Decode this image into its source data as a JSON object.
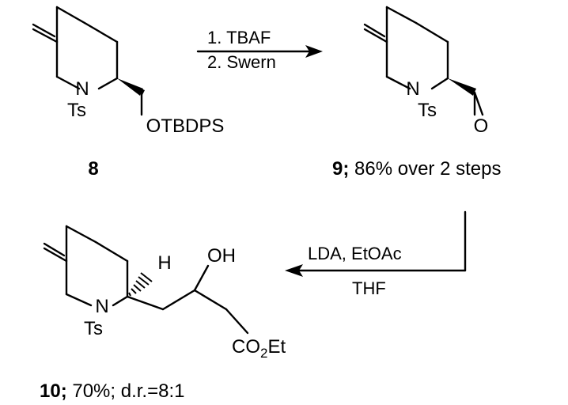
{
  "compound_8": {
    "label": "8",
    "n_atom": "N",
    "ts_group": "Ts",
    "protecting_group": "OTBDPS"
  },
  "compound_9": {
    "label": "9;",
    "yield_text": " 86% over 2 steps",
    "n_atom": "N",
    "ts_group": "Ts",
    "o_atom": "O"
  },
  "compound_10": {
    "label": "10;",
    "yield_text": " 70%; d.r.=8:1",
    "n_atom": "N",
    "ts_group": "Ts",
    "h_atom": "H",
    "hydroxyl": "OH",
    "ester_co": "CO",
    "ester_sub": "2",
    "ester_et": "Et"
  },
  "step1": {
    "conditions": [
      "1. TBAF",
      "2. Swern"
    ]
  },
  "step2": {
    "reagents_above": "LDA, EtOAc",
    "solvent_below": "THF"
  }
}
